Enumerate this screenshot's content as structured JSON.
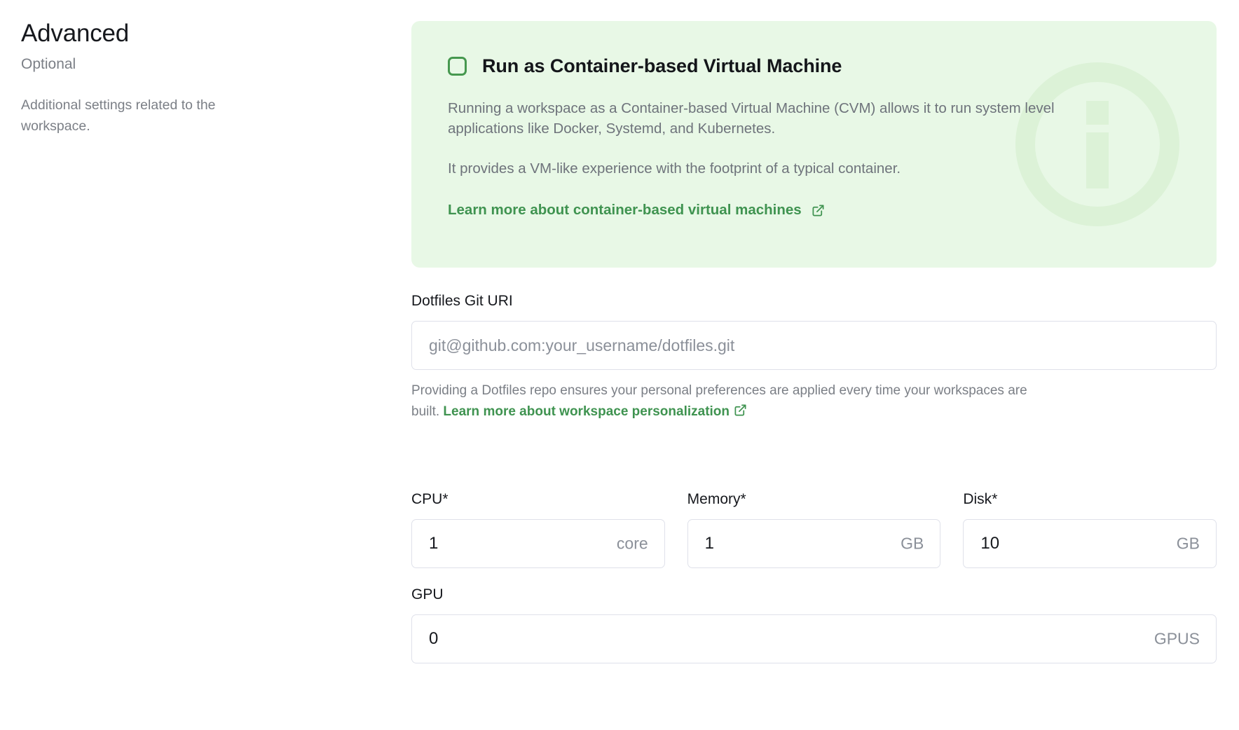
{
  "left": {
    "title": "Advanced",
    "subtitle": "Optional",
    "description": "Additional settings related to the workspace."
  },
  "cvm_banner": {
    "checkbox_checked": false,
    "title": "Run as Container-based Virtual Machine",
    "paragraph_1": "Running a workspace as a Container-based Virtual Machine (CVM) allows it to run system level applications like Docker, Systemd, and Kubernetes.",
    "paragraph_2": "It provides a VM-like experience with the footprint of a typical container.",
    "link_label": "Learn more about container-based virtual machines",
    "link_icon": "external-link-icon",
    "watermark_icon": "info-circle-icon",
    "bg_color": "#e8f8e6",
    "accent_color": "#3f9350",
    "checkbox_border_color": "#46984f"
  },
  "dotfiles": {
    "label": "Dotfiles Git URI",
    "value": "",
    "placeholder": "git@github.com:your_username/dotfiles.git",
    "helper_prefix": "Providing a Dotfiles repo ensures your personal preferences are applied every time your workspaces are built.",
    "helper_link": "Learn more about workspace personalization",
    "helper_link_icon": "external-link-icon"
  },
  "resources": [
    {
      "label": "CPU",
      "required": true,
      "value": "1",
      "unit": "core",
      "name": "cpu"
    },
    {
      "label": "Memory",
      "required": true,
      "value": "1",
      "unit": "GB",
      "name": "memory"
    },
    {
      "label": "Disk",
      "required": true,
      "value": "10",
      "unit": "GB",
      "name": "disk"
    }
  ],
  "gpu": {
    "label": "GPU",
    "required": false,
    "value": "0",
    "unit": "GPUS"
  },
  "required_marker": "*"
}
